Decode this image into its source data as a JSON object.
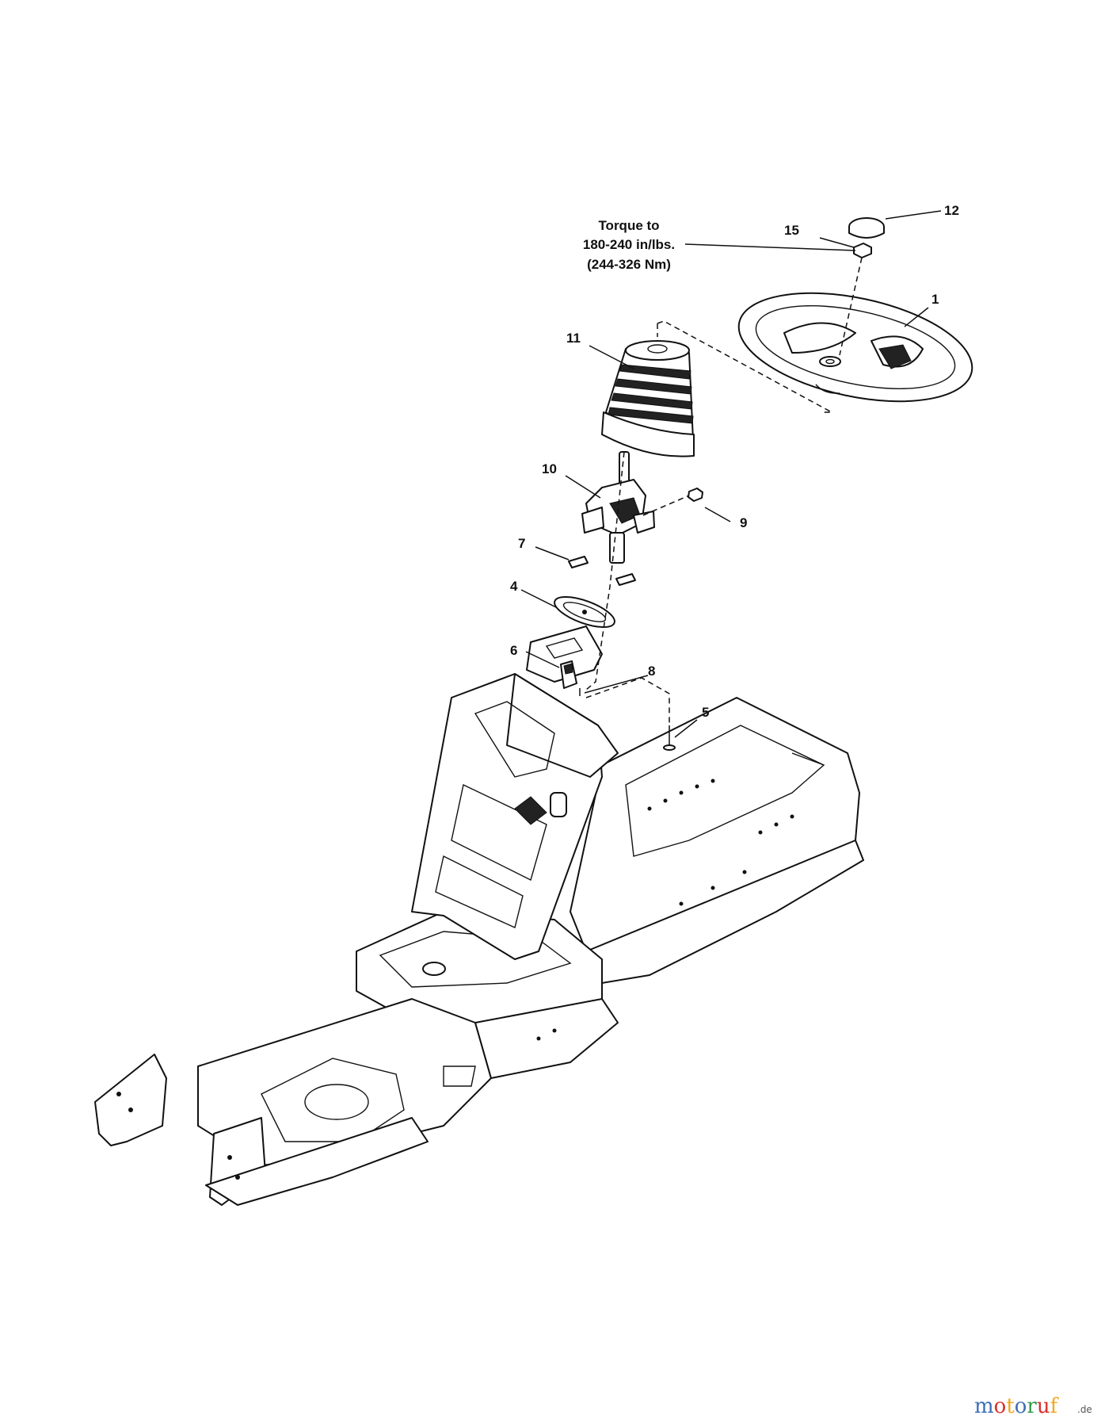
{
  "callouts": {
    "c1": "1",
    "c4": "4",
    "c5": "5",
    "c6": "6",
    "c7": "7",
    "c8": "8",
    "c9": "9",
    "c10": "10",
    "c11": "11",
    "c12": "12",
    "c15": "15"
  },
  "torque_note": {
    "line1": "Torque to",
    "line2": "180-240 in/lbs.",
    "line3": "(244-326 Nm)"
  },
  "watermark": {
    "letters": [
      "m",
      "o",
      "t",
      "o",
      "r",
      "u",
      "f"
    ],
    "colors": [
      "#3b6fb6",
      "#d9302c",
      "#f2a81d",
      "#3b6fb6",
      "#2e9b4a",
      "#d9302c",
      "#f2a81d"
    ],
    "suffix": ".de"
  }
}
